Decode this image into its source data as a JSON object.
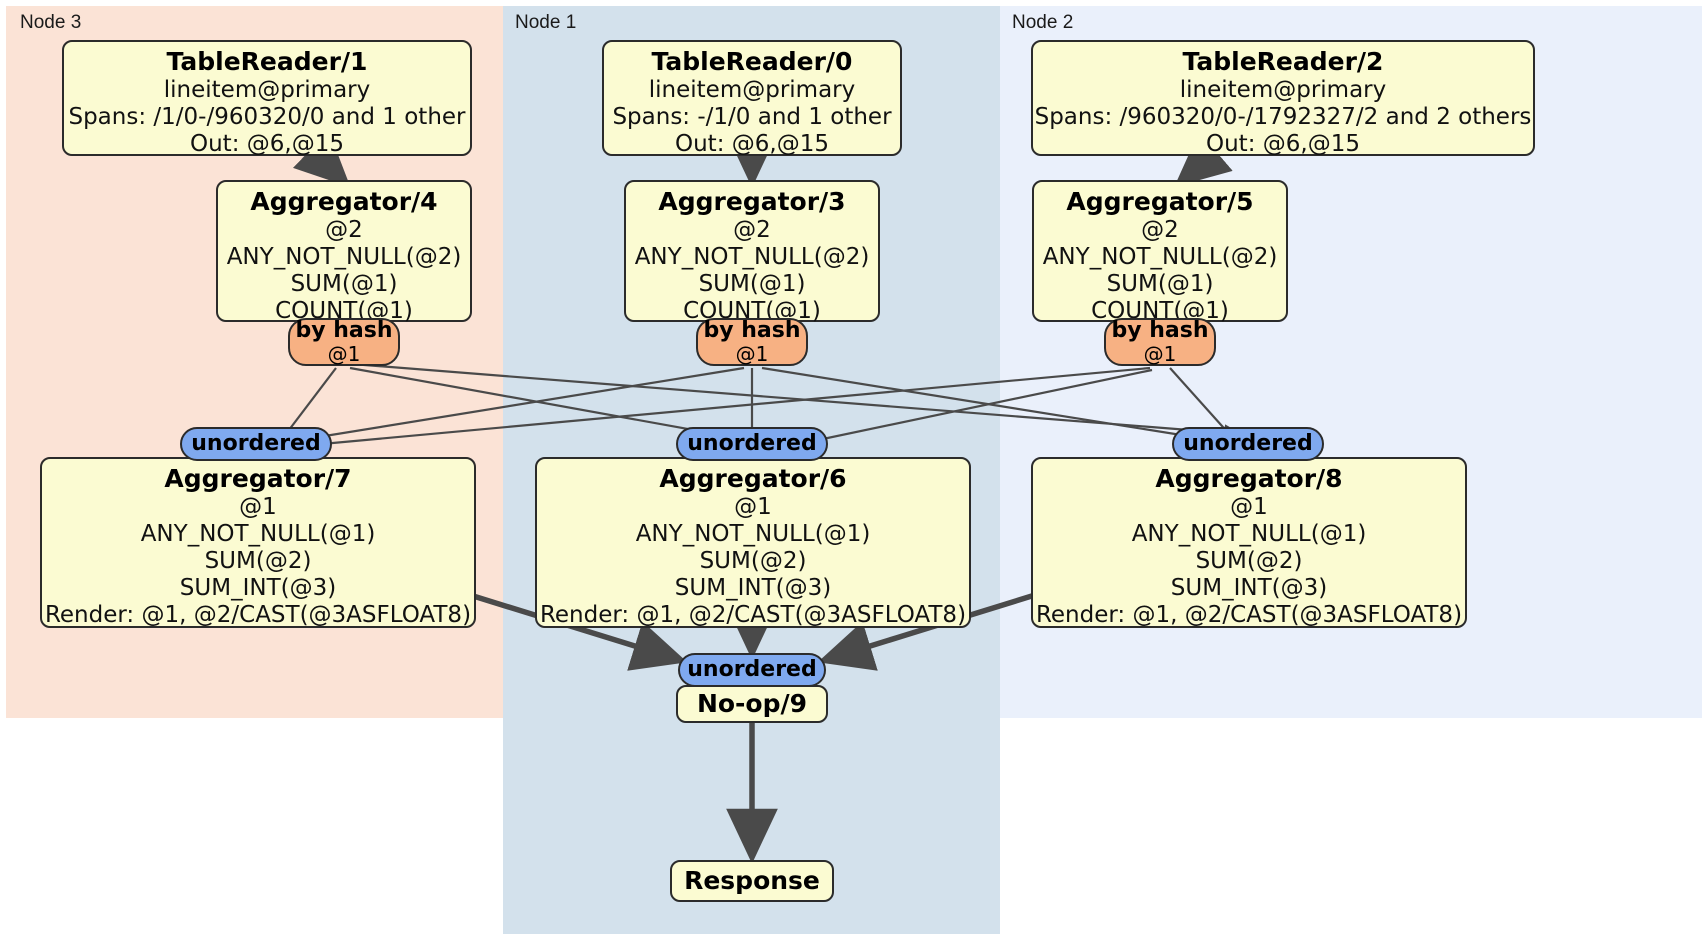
{
  "diagram": {
    "type": "distributed-query-plan",
    "colors": {
      "node3_panel": "#fbe3d6",
      "node1_panel": "#d3e1ec",
      "node2_panel": "#eaf0fb",
      "processor_fill": "#fbfbd2",
      "processor_stroke": "#2b2b2b",
      "hash_router": "#f7b183",
      "ordered_synchronizer": "#7fa9ef",
      "edge": "#4a4a4a"
    },
    "nodes": [
      {
        "label": "Node 3"
      },
      {
        "label": "Node 1"
      },
      {
        "label": "Node 2"
      }
    ],
    "processors": {
      "table_reader_1": {
        "title": "TableReader/1",
        "lines": [
          "lineitem@primary",
          "Spans: /1/0-/960320/0 and 1 other",
          "Out: @6,@15"
        ]
      },
      "table_reader_0": {
        "title": "TableReader/0",
        "lines": [
          "lineitem@primary",
          "Spans: -/1/0 and 1 other",
          "Out: @6,@15"
        ]
      },
      "table_reader_2": {
        "title": "TableReader/2",
        "lines": [
          "lineitem@primary",
          "Spans: /960320/0-/1792327/2 and 2 others",
          "Out: @6,@15"
        ]
      },
      "aggregator_4": {
        "title": "Aggregator/4",
        "lines": [
          "@2",
          "ANY_NOT_NULL(@2)",
          "SUM(@1)",
          "COUNT(@1)"
        ]
      },
      "aggregator_3": {
        "title": "Aggregator/3",
        "lines": [
          "@2",
          "ANY_NOT_NULL(@2)",
          "SUM(@1)",
          "COUNT(@1)"
        ]
      },
      "aggregator_5": {
        "title": "Aggregator/5",
        "lines": [
          "@2",
          "ANY_NOT_NULL(@2)",
          "SUM(@1)",
          "COUNT(@1)"
        ]
      },
      "aggregator_7": {
        "title": "Aggregator/7",
        "lines": [
          "@1",
          "ANY_NOT_NULL(@1)",
          "SUM(@2)",
          "SUM_INT(@3)",
          "Render: @1, @2/CAST(@3ASFLOAT8)"
        ]
      },
      "aggregator_6": {
        "title": "Aggregator/6",
        "lines": [
          "@1",
          "ANY_NOT_NULL(@1)",
          "SUM(@2)",
          "SUM_INT(@3)",
          "Render: @1, @2/CAST(@3ASFLOAT8)"
        ]
      },
      "aggregator_8": {
        "title": "Aggregator/8",
        "lines": [
          "@1",
          "ANY_NOT_NULL(@1)",
          "SUM(@2)",
          "SUM_INT(@3)",
          "Render: @1, @2/CAST(@3ASFLOAT8)"
        ]
      },
      "noop_9": {
        "title": "No-op/9",
        "lines": []
      },
      "response": {
        "title": "Response",
        "lines": []
      }
    },
    "routers": {
      "hash_left": {
        "title": "by hash",
        "sub": "@1"
      },
      "hash_mid": {
        "title": "by hash",
        "sub": "@1"
      },
      "hash_right": {
        "title": "by hash",
        "sub": "@1"
      }
    },
    "synchronizers": {
      "unordered_left": {
        "label": "unordered"
      },
      "unordered_mid": {
        "label": "unordered"
      },
      "unordered_right": {
        "label": "unordered"
      },
      "unordered_final": {
        "label": "unordered"
      }
    }
  }
}
